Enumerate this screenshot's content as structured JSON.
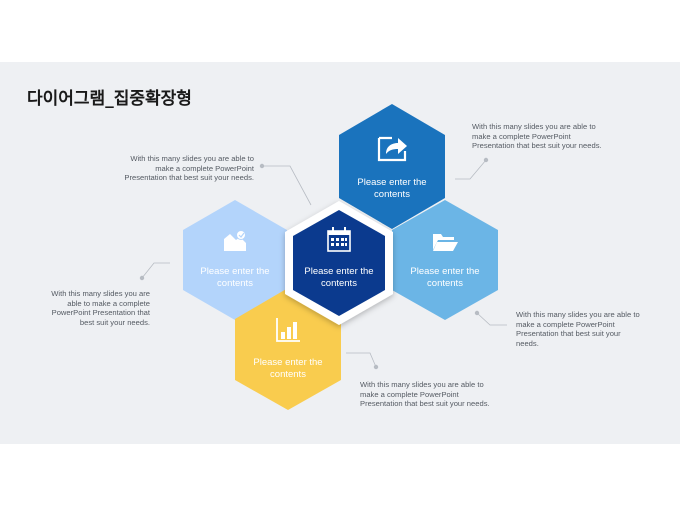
{
  "slide": {
    "title": "다이어그램_집중확장형"
  },
  "hexagons": [
    {
      "key": "top",
      "label_line1": "Please enter the",
      "label_line2": "contents",
      "icon": "share-arrow-icon",
      "color": "#1a73bd"
    },
    {
      "key": "left",
      "label_line1": "Please enter the",
      "label_line2": "contents",
      "icon": "landscape-check-icon",
      "color": "#b3d4fb"
    },
    {
      "key": "center",
      "label_line1": "Please enter the",
      "label_line2": "contents",
      "icon": "calendar-icon",
      "color": "#0b3a8e"
    },
    {
      "key": "right",
      "label_line1": "Please enter the",
      "label_line2": "contents",
      "icon": "folder-open-icon",
      "color": "#6bb5e6"
    },
    {
      "key": "bottom",
      "label_line1": "Please enter the",
      "label_line2": "contents",
      "icon": "bar-chart-icon",
      "color": "#f9cc4e"
    }
  ],
  "notes": {
    "top_left": {
      "lines": [
        "With this many slides you are able to",
        "make a complete PowerPoint",
        "Presentation that best suit your needs."
      ]
    },
    "top_right": {
      "lines": [
        "With this many slides you are able to",
        "make a complete PowerPoint",
        "Presentation that best suit your needs."
      ]
    },
    "mid_left": {
      "lines": [
        "With this many slides you are",
        "able to make a complete",
        "PowerPoint Presentation that",
        "best suit your needs."
      ]
    },
    "mid_right": {
      "lines": [
        "With this many slides you are able to",
        "make a complete PowerPoint",
        "Presentation that best suit your",
        "needs."
      ]
    },
    "bottom_right": {
      "lines": [
        "With this many slides you are able to",
        "make a complete PowerPoint",
        "Presentation that best suit your needs."
      ]
    }
  }
}
